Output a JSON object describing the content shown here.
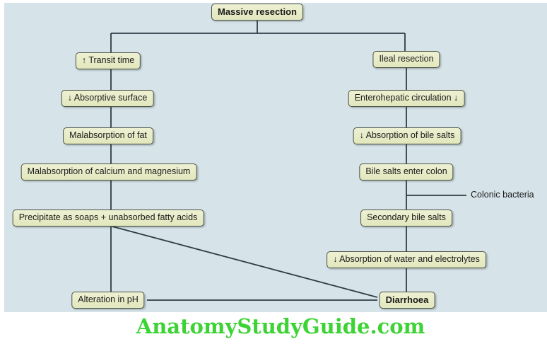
{
  "nodes": {
    "massive_resection": "Massive resection",
    "transit_time": "↑ Transit time",
    "absorptive_surface": "↓ Absorptive surface",
    "malabsorption_fat": "Malabsorption of fat",
    "malabsorption_calcium_magnesium": "Malabsorption of calcium and magnesium",
    "precipitate_soaps": "Precipitate as soaps + unabsorbed fatty acids",
    "alteration_ph": "Alteration in pH",
    "ileal_resection": "Ileal resection",
    "enterohepatic_circulation": "Enterohepatic circulation ↓",
    "absorption_bile_salts": "↓ Absorption of bile salts",
    "bile_salts_enter_colon": "Bile salts enter colon",
    "colonic_bacteria": "Colonic bacteria",
    "secondary_bile_salts": "Secondary bile salts",
    "absorption_water_electrolytes": "↓ Absorption of water and electrolytes",
    "diarrhoea": "Diarrhoea"
  },
  "watermark": {
    "text": "AnatomyStudyGuide.com"
  },
  "colors": {
    "panel": "#d6e3e9",
    "line": "#2e3d45",
    "box_fill": "#eef1d2",
    "box_border": "#4c5244",
    "watermark": "#3cd334"
  }
}
